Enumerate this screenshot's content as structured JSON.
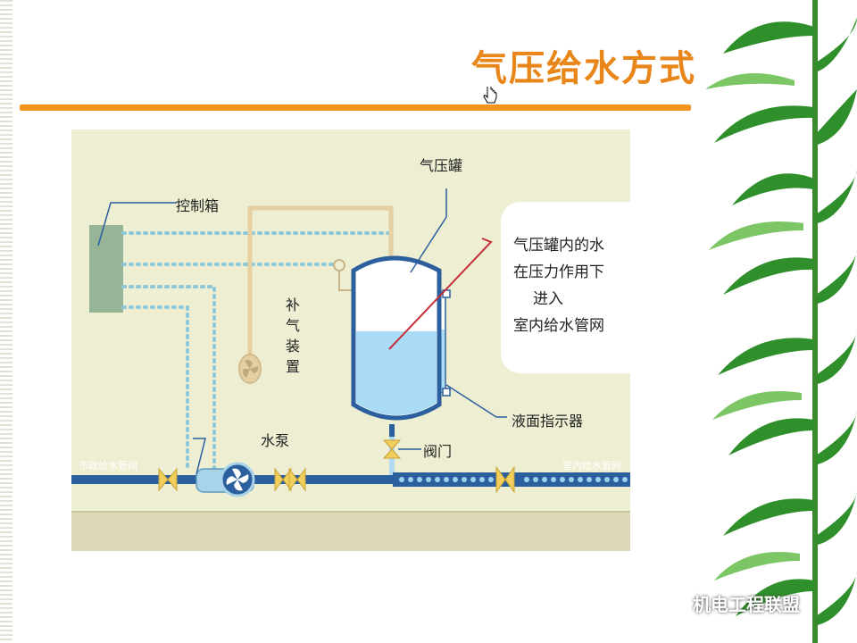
{
  "slide": {
    "title": "气压给水方式"
  },
  "diagram": {
    "labels": {
      "control_box": "控制箱",
      "tank": "气压罐",
      "air_supply": "补气装置",
      "level_indicator": "液面指示器",
      "pump": "水泵",
      "valve": "阀门",
      "municipal_pipe": "市政给水管网",
      "indoor_pipe": "室内给水管网"
    },
    "callout_lines": [
      "气压罐内的水",
      "在压力作用下",
      "进入",
      "室内给水管网"
    ]
  },
  "watermark": {
    "text": "机电工程联盟"
  },
  "colors": {
    "title": "#e8861a",
    "rule": "#f3951f",
    "diagram_bg": "#edeed2",
    "ground": "#ddd8b8",
    "pipe": "#2c5f9e",
    "water": "#a9dcf4",
    "tank_outline": "#2c5f9e",
    "control_box": "#95b596",
    "valve": "#f2cf5d",
    "air_line": "#e6cfa0",
    "dotted": "#8ec7d7",
    "bamboo": "#2f8f2a"
  }
}
